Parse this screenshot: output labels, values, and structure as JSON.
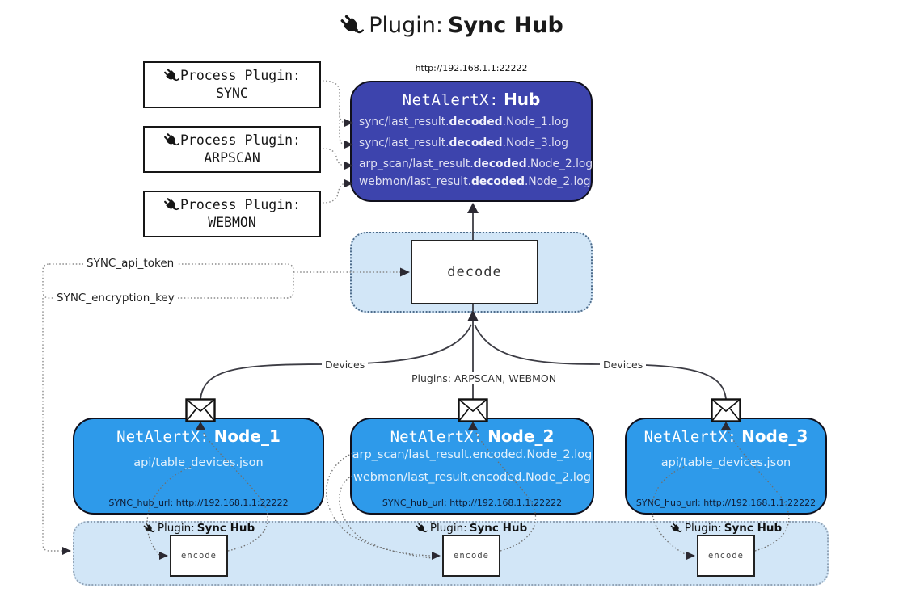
{
  "title": {
    "prefix": "Plugin:",
    "bold": "Sync Hub"
  },
  "process_plugins": [
    {
      "label": "Process Plugin:",
      "name": "SYNC"
    },
    {
      "label": "Process Plugin:",
      "name": "ARPSCAN"
    },
    {
      "label": "Process Plugin:",
      "name": "WEBMON"
    }
  ],
  "hub": {
    "url": "http://192.168.1.1:22222",
    "title_prefix": "NetAlertX:",
    "title_bold": "Hub",
    "lines": [
      {
        "pre": "sync/last_result.",
        "bold": "decoded",
        "post": ".Node_1.log"
      },
      {
        "pre": "sync/last_result.",
        "bold": "decoded",
        "post": ".Node_3.log"
      },
      {
        "pre": "arp_scan/last_result.",
        "bold": "decoded",
        "post": ".Node_2.log"
      },
      {
        "pre": "webmon/last_result.",
        "bold": "decoded",
        "post": ".Node_2.log"
      }
    ]
  },
  "decode": {
    "label": "decode"
  },
  "secrets": {
    "api_token": "SYNC_api_token",
    "encryption_key": "SYNC_encryption_key"
  },
  "edge_labels": {
    "devices_left": "Devices",
    "plugins_center": "Plugins: ARPSCAN, WEBMON",
    "devices_right": "Devices"
  },
  "nodes": [
    {
      "title_prefix": "NetAlertX:",
      "title_bold": "Node_1",
      "lines": [
        "api/table_devices.json"
      ],
      "hub_url": "SYNC_hub_url: http://192.168.1.1:22222"
    },
    {
      "title_prefix": "NetAlertX:",
      "title_bold": "Node_2",
      "lines": [
        "arp_scan/last_result.encoded.Node_2.log",
        "webmon/last_result.encoded.Node_2.log"
      ],
      "hub_url": "SYNC_hub_url: http://192.168.1.1:22222"
    },
    {
      "title_prefix": "NetAlertX:",
      "title_bold": "Node_3",
      "lines": [
        "api/table_devices.json"
      ],
      "hub_url": "SYNC_hub_url: http://192.168.1.1:22222"
    }
  ],
  "encoders": [
    {
      "label_prefix": "Plugin:",
      "label_bold": "Sync Hub",
      "box_label": "encode"
    },
    {
      "label_prefix": "Plugin:",
      "label_bold": "Sync Hub",
      "box_label": "encode"
    },
    {
      "label_prefix": "Plugin:",
      "label_bold": "Sync Hub",
      "box_label": "encode"
    }
  ],
  "colors": {
    "hub_fill": "#3d44ad",
    "node_fill": "#2e9aea",
    "container_fill": "#d2e6f7",
    "line_dark": "#3c3c44",
    "dotted_gray": "#8a8a8a"
  }
}
